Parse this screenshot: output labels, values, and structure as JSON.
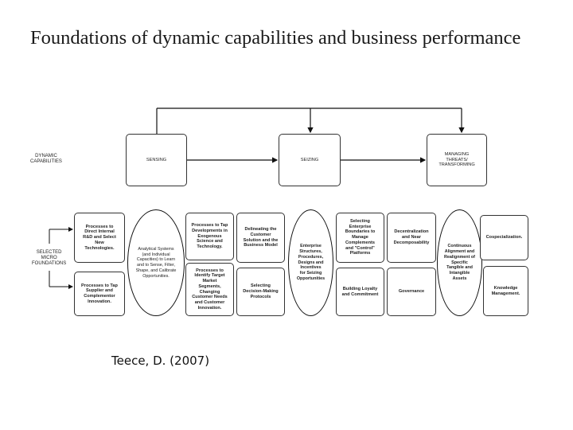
{
  "title": "Foundations of dynamic capabilities and business performance",
  "citation": "Teece, D. (2007)",
  "labels": {
    "dynamic_capabilities": "DYNAMIC\nCAPABILITIES",
    "selected_micro_foundations": "SELECTED\nMICRO\nFOUNDATIONS"
  },
  "capabilities": {
    "sensing": "SENSING",
    "seizing": "SEIZING",
    "managing": "MANAGING\nTHREATS/\nTRANSFORMING"
  },
  "micro": {
    "direct_rd": "Processes to\nDirect Internal\nR&D and Select\nNew\nTechnologies.",
    "tap_supplier": "Processes to Tap\nSupplier and\nComplementor\nInnovation.",
    "analytical": "Analytical Systems\n(and Individual\nCapacities) to Learn\nand to Sense, Filter,\nShape, and Calibrate\nOpportunities.",
    "tap_science": "Processes to Tap\nDevelopments in\nExogenous\nScience and\nTechnology.",
    "identify_target": "Processes to\nIdentify Target\nMarket\nSegments,\nChanging\nCustomer Needs\nand Customer\nInnovation.",
    "delineating": "Delineating the\nCustomer\nSolution and the\nBusiness Model",
    "decision_making": "Selecting\nDecision-Making\nProtocols",
    "enterprise": "Enterprise\nStructures,\nProcedures,\nDesigns and\nIncentives\nfor Seizing\nOpportunities",
    "boundaries": "Selecting\nEnterprise\nBoundaries to\nManage\nComplements\nand \"Control\"\nPlatforms",
    "loyalty": "Building Loyalty\nand Commitment",
    "decentralization": "Decentralization\nand Near\nDecomposability",
    "governance": "Governance",
    "continuous": "Continuous\nAlignment and\nRealignment of\nSpecific\nTangible and\nIntangible\nAssets",
    "cospecialization": "Cospecialization.",
    "knowledge": "Knowledge\nManagement."
  }
}
